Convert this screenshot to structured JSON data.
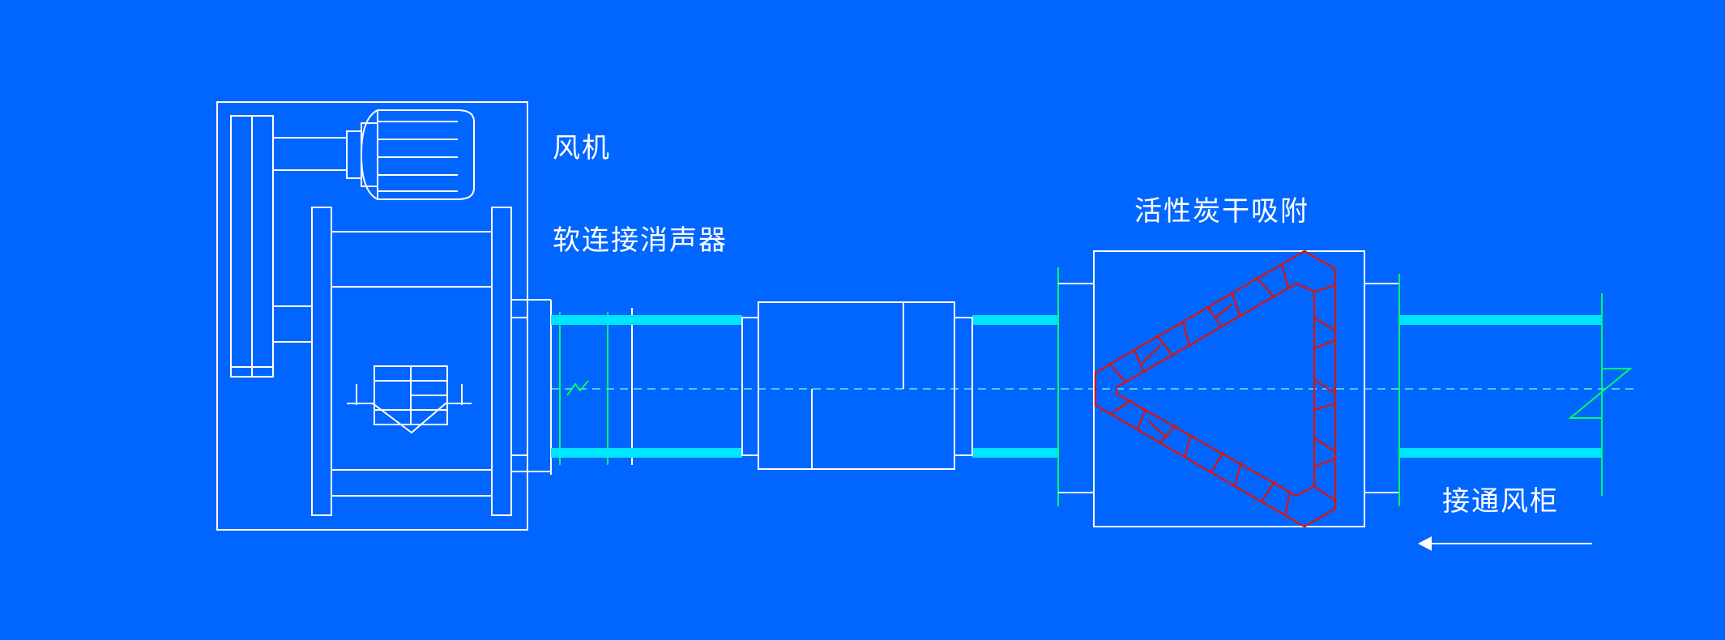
{
  "labels": {
    "fan": "风机",
    "soft_connection_silencer": "软连接消声器",
    "activated_carbon_adsorption": "活性炭干吸附",
    "connect_to_air_cabinet": "接通风柜"
  },
  "colors": {
    "background": "#0066ff",
    "line": "#ffffff",
    "duct": "#00e5ff",
    "flange": "#00ff66",
    "carbon_bed": "#d01818",
    "centerline": "#4cc9ff"
  },
  "flow_direction": "right-to-left"
}
